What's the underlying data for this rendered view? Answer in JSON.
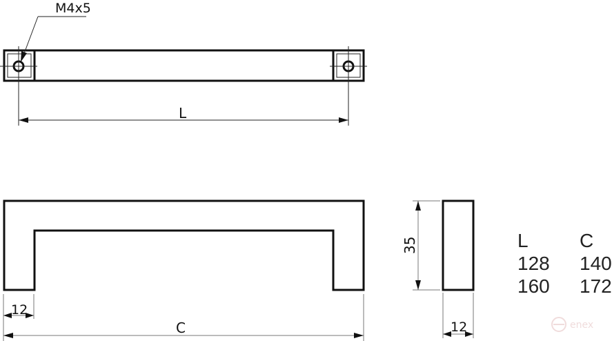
{
  "drawing": {
    "top_view": {
      "thread_callout": "M4x5",
      "length_dimension_label": "L"
    },
    "front_view": {
      "leg_width_dimension": "12",
      "overall_dimension_label": "C"
    },
    "side_view": {
      "height_dimension": "35",
      "width_dimension": "12"
    },
    "size_table": {
      "headers": [
        "L",
        "C"
      ],
      "rows": [
        [
          "128",
          "140"
        ],
        [
          "160",
          "172"
        ]
      ]
    },
    "watermark": "enex",
    "colors": {
      "line": "#111111",
      "dimension_line": "#777777",
      "watermark": "#f0dcdc"
    }
  }
}
